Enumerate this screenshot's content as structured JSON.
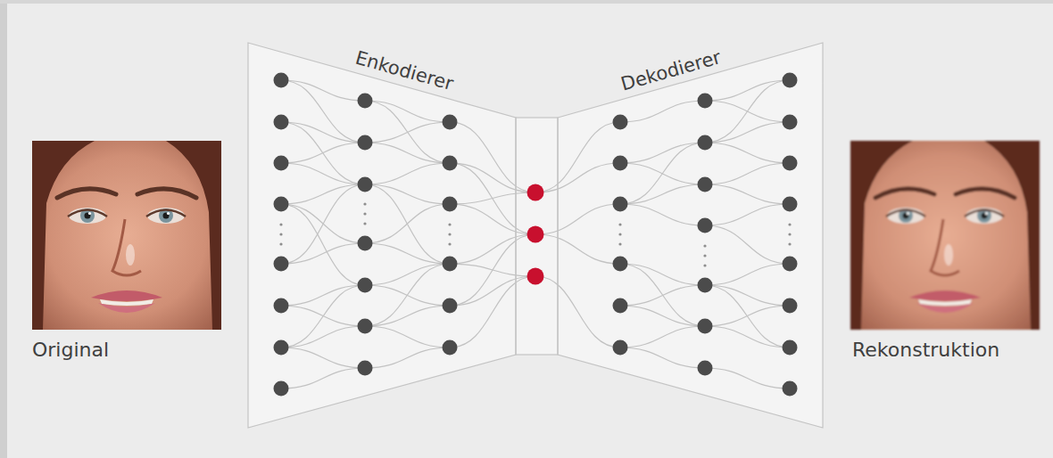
{
  "diagram": {
    "nodes": [
      {
        "text": [
          "Original"
        ]
      },
      {
        "text": [
          "Enkodierer"
        ]
      },
      {
        "text": [
          "Dekodierer"
        ]
      },
      {
        "text": [
          "Rekonstruktion"
        ]
      }
    ]
  }
}
